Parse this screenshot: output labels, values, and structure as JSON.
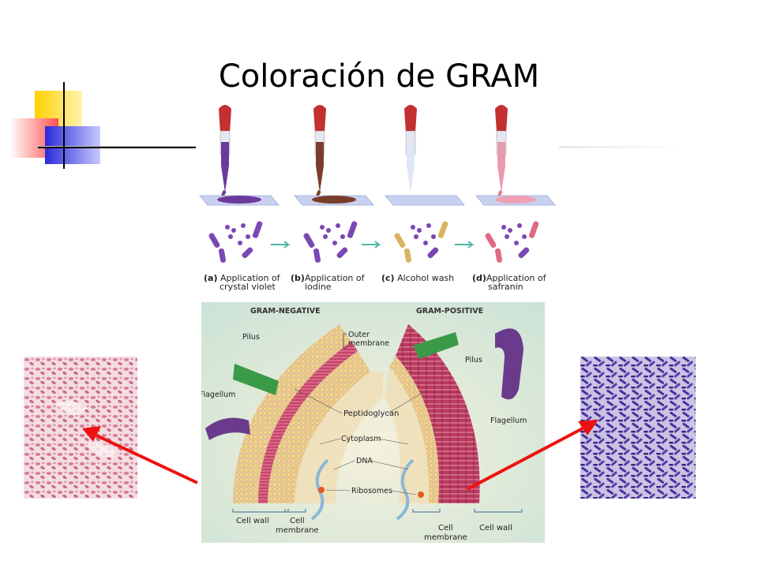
{
  "slide": {
    "title": "Coloración de GRAM"
  },
  "steps": [
    {
      "letter": "(a)",
      "line1": "Application of",
      "line2": "crystal violet",
      "color": "#6b3a9a"
    },
    {
      "letter": "(b)",
      "line1": "Application of",
      "line2": "iodine",
      "color": "#7a3d2a"
    },
    {
      "letter": "(c)",
      "line1": "Alcohol wash",
      "line2": "",
      "color": "#c9b06a"
    },
    {
      "letter": "(d)",
      "line1": "Application of",
      "line2": "safranin",
      "color": "#e07a90"
    }
  ],
  "diagram": {
    "negative_heading": "GRAM-NEGATIVE",
    "positive_heading": "GRAM-POSITIVE",
    "pilus_left": "Pilus",
    "pilus_right": "Pilus",
    "flagellum_left": "Flagellum",
    "flagellum_right": "Flagellum",
    "outer_membrane_1": "Outer",
    "outer_membrane_2": "membrane",
    "peptidoglycan": "Peptidoglycan",
    "cytoplasm": "Cytoplasm",
    "dna": "DNA",
    "ribosomes": "Ribosomes",
    "cell_wall_left": "Cell wall",
    "cell_membrane_left_1": "Cell",
    "cell_membrane_left_2": "membrane",
    "cell_membrane_right_1": "Cell",
    "cell_membrane_right_2": "membrane",
    "cell_wall_right": "Cell wall"
  },
  "colors": {
    "arrow": "#ee1111",
    "gram_negative_stain": "#e8a0b0",
    "gram_positive_stain": "#5a3aa0"
  }
}
